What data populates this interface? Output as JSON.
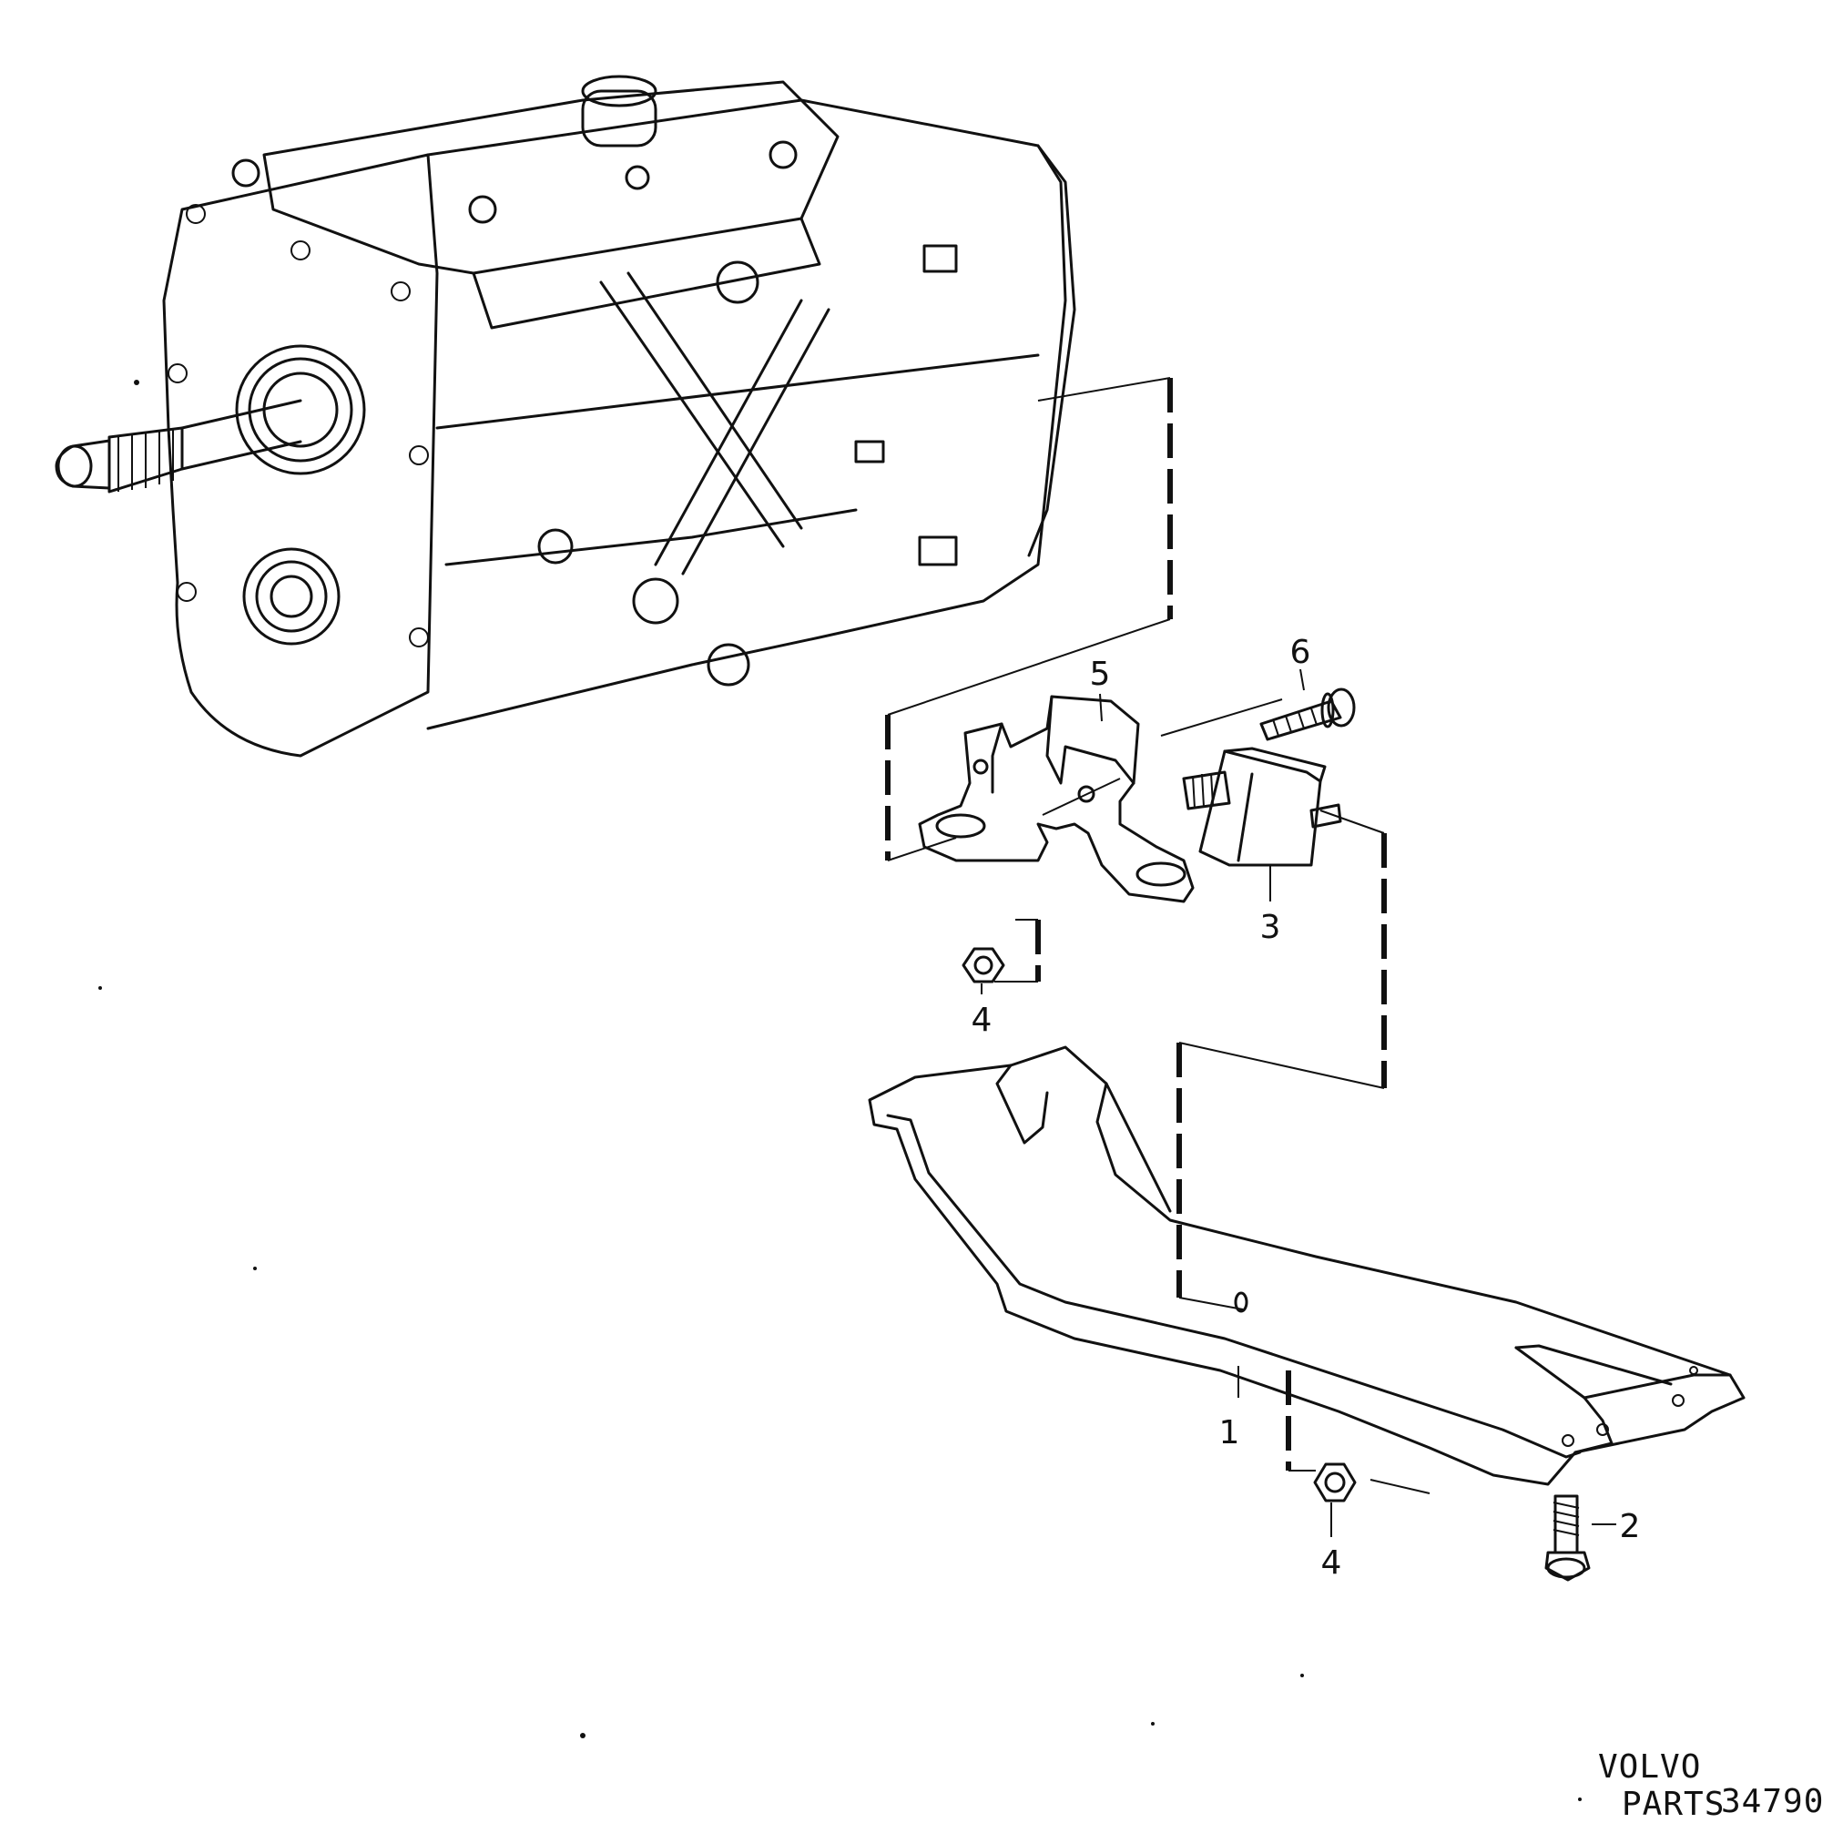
{
  "callouts": {
    "c1": "1",
    "c2": "2",
    "c3": "3",
    "c4a": "4",
    "c4b": "4",
    "c5": "5",
    "c6": "6"
  },
  "caption": {
    "brand": "VOLVO",
    "section": "PARTS",
    "number": "34790"
  }
}
